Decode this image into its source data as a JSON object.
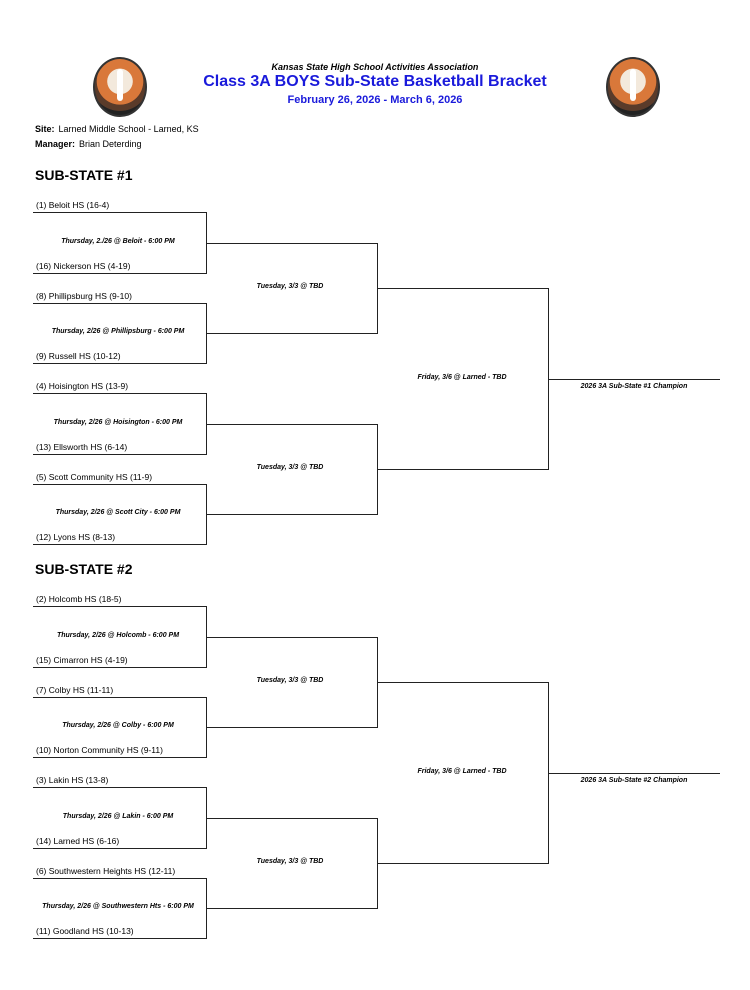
{
  "header": {
    "association": "Kansas State High School Activities Association",
    "title": "Class 3A BOYS Sub-State Basketball Bracket",
    "dates": "February 26, 2026 - March 6, 2026",
    "site_label": "Site:",
    "site": "Larned Middle School - Larned, KS",
    "manager_label": "Manager:",
    "manager": "Brian Deterding"
  },
  "sections": [
    {
      "heading": "SUB-STATE #1",
      "teams": [
        "(1) Beloit HS (16-4)",
        "(16) Nickerson HS (4-19)",
        "(8) Phillipsburg HS (9-10)",
        "(9) Russell HS (10-12)",
        "(4) Hoisington HS (13-9)",
        "(13) Ellsworth HS (6-14)",
        "(5) Scott Community HS (11-9)",
        "(12) Lyons HS (8-13)"
      ],
      "games": [
        "Thursday, 2./26 @ Beloit - 6:00 PM",
        "Thursday, 2/26 @ Phillipsburg - 6:00 PM",
        "Thursday, 2/26 @ Hoisington - 6:00 PM",
        "Thursday, 2/26 @ Scott City - 6:00 PM"
      ],
      "semis": [
        "Tuesday, 3/3 @ TBD",
        "Tuesday, 3/3 @ TBD"
      ],
      "final": "Friday, 3/6 @ Larned - TBD",
      "champion": "2026 3A Sub-State #1 Champion"
    },
    {
      "heading": "SUB-STATE #2",
      "teams": [
        "(2) Holcomb HS (18-5)",
        "(15) Cimarron HS (4-19)",
        "(7) Colby HS (11-11)",
        "(10) Norton Community HS (9-11)",
        "(3) Lakin HS (13-8)",
        "(14) Larned HS (6-16)",
        "(6) Southwestern Heights HS (12-11)",
        "(11) Goodland HS (10-13)"
      ],
      "games": [
        "Thursday, 2/26 @ Holcomb - 6:00 PM",
        "Thursday, 2/26 @ Colby - 6:00 PM",
        "Thursday, 2/26 @ Lakin - 6:00 PM",
        "Thursday, 2/26 @ Southwestern Hts - 6:00 PM"
      ],
      "semis": [
        "Tuesday, 3/3 @ TBD",
        "Tuesday, 3/3 @ TBD"
      ],
      "final": "Friday, 3/6 @ Larned - TBD",
      "champion": "2026 3A Sub-State #2 Champion"
    }
  ]
}
